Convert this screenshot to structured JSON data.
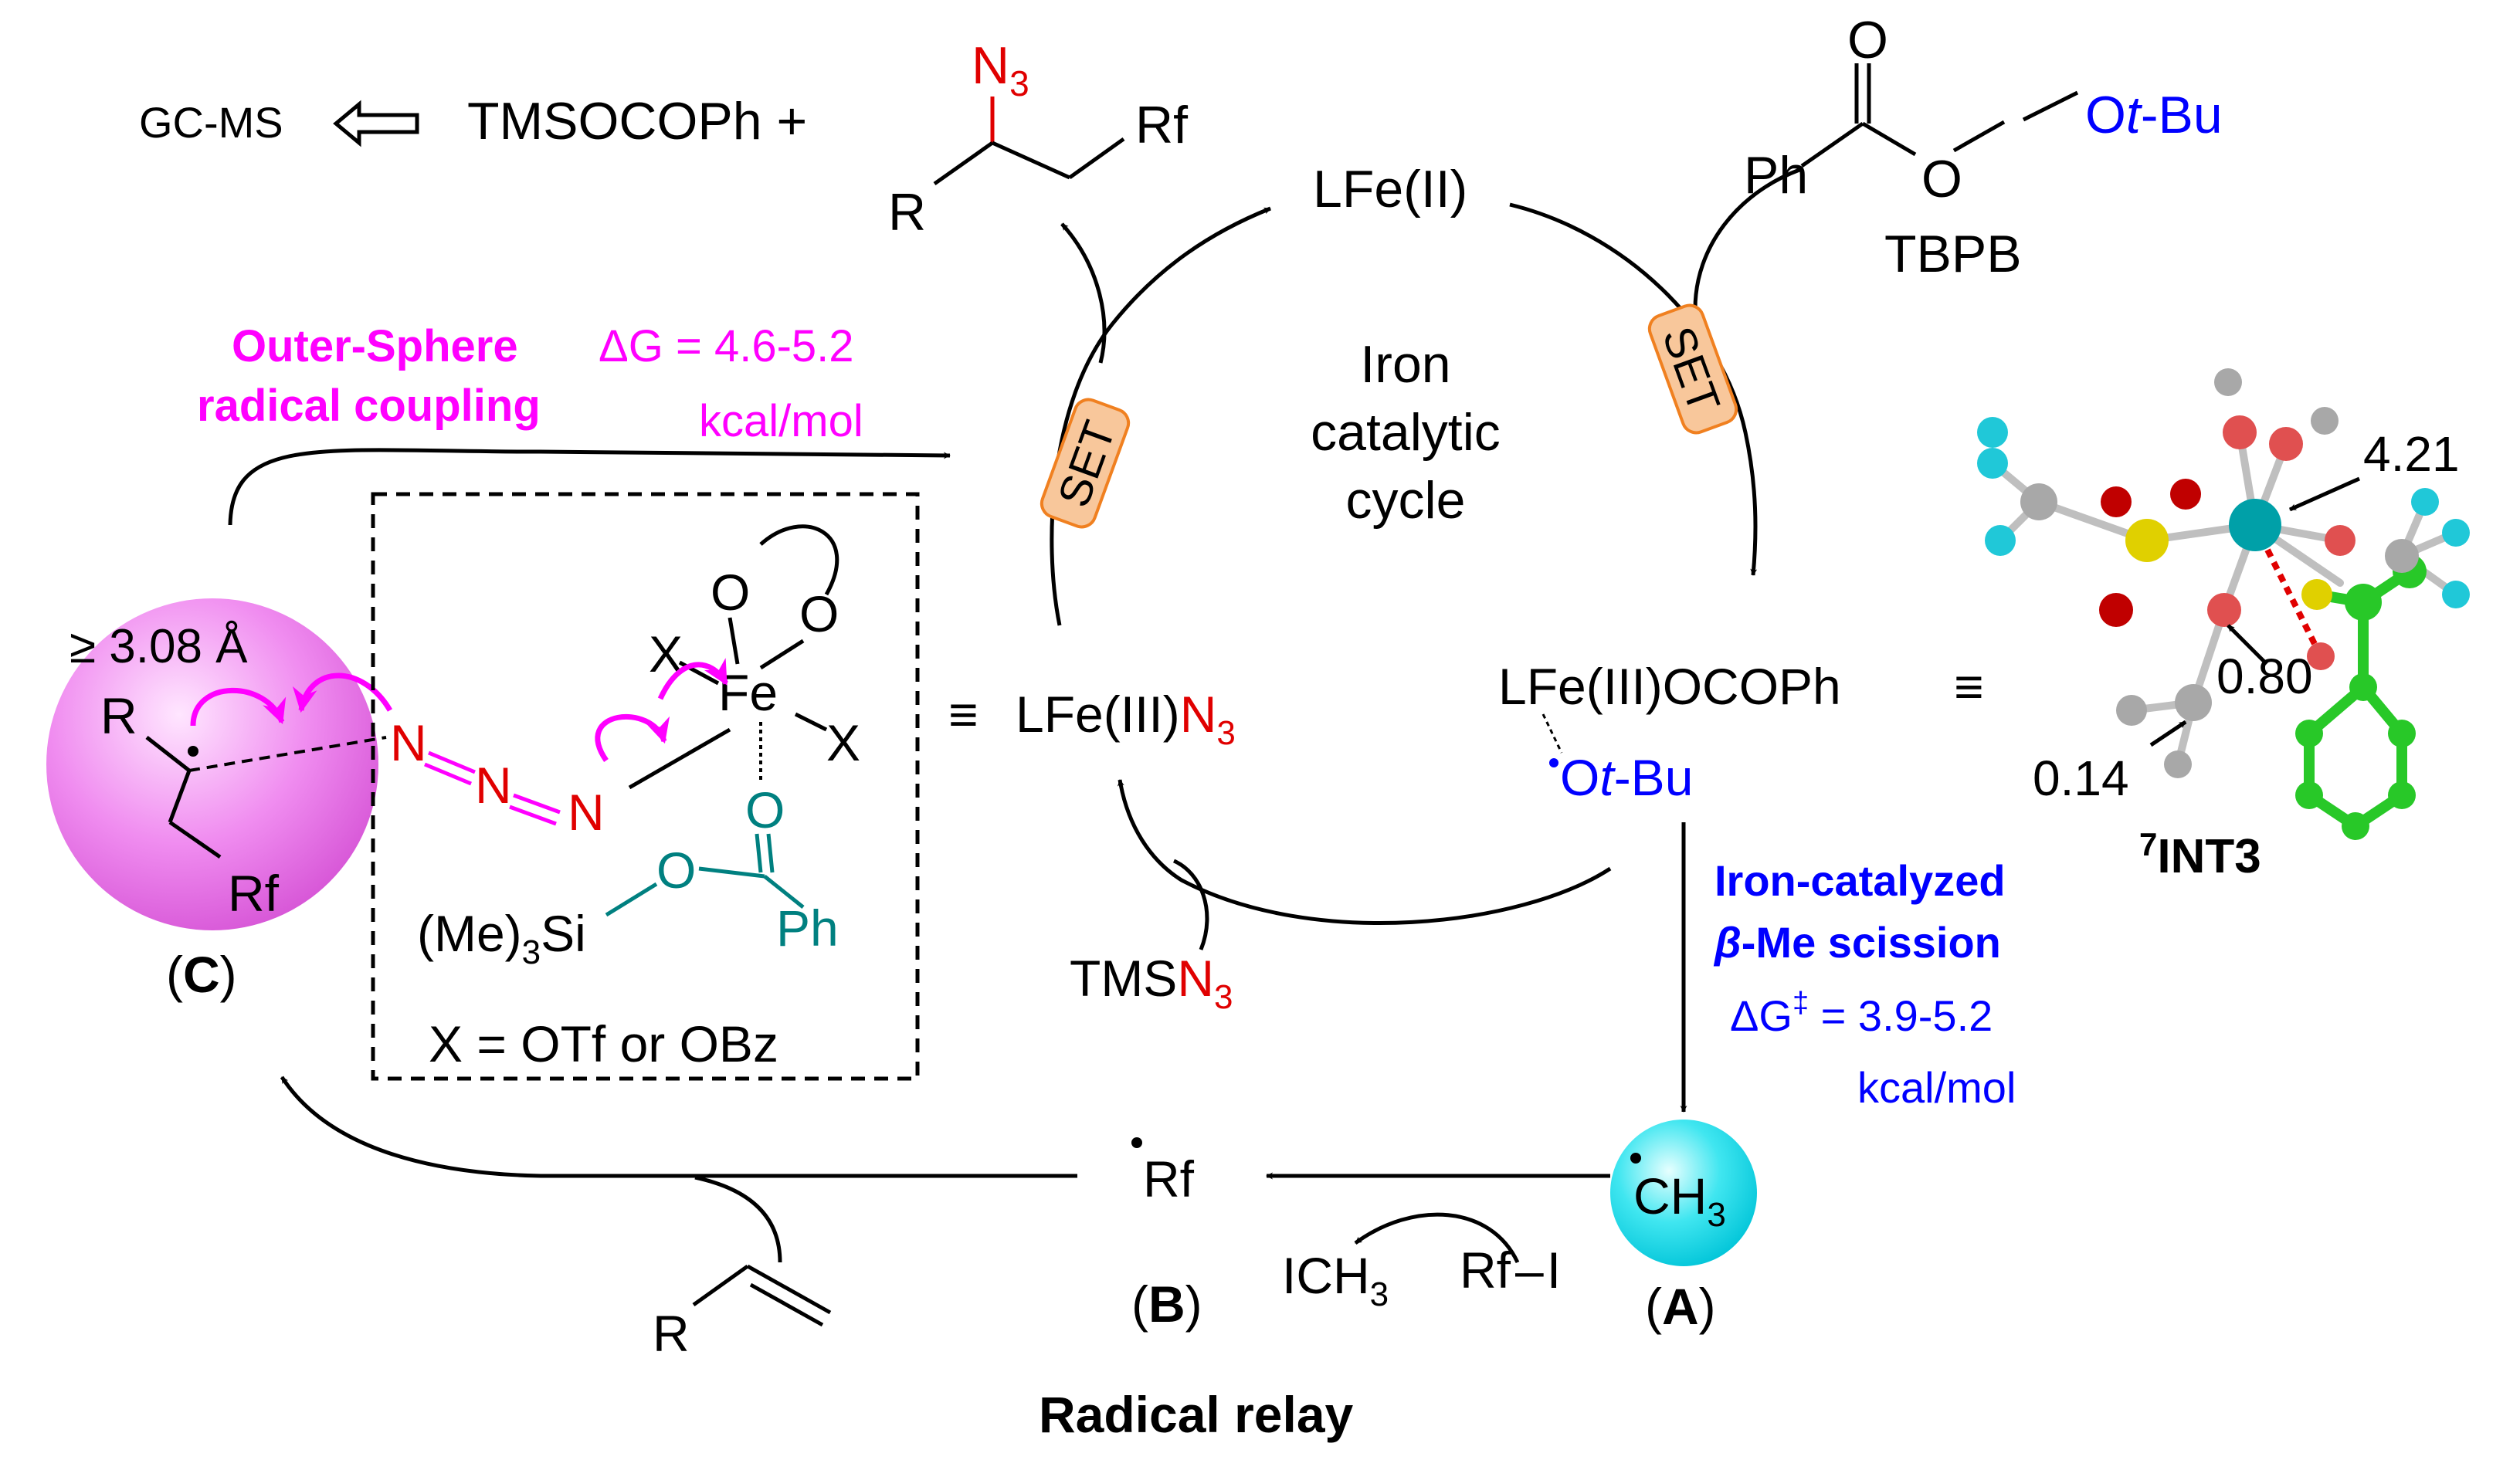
{
  "colors": {
    "azide": "#e00000",
    "radical_oxygen": "#0000ff",
    "annotation_blue": "#0000ff",
    "coupling_magenta": "#ff00ff",
    "carboxylate_teal": "#008080",
    "set_badge": "#f8c79b",
    "set_border": "#f08020",
    "radical_c_sphere": "#e070e0",
    "radical_a_sphere": "#10d8e8"
  },
  "top": {
    "gcms": "GC-MS",
    "tms_ester": "TMSOCOPh +",
    "product_n3": "N",
    "product_n3_sub": "3",
    "product_r": "R",
    "product_rf": "Rf"
  },
  "cycle": {
    "fe2": "LFe(II)",
    "title_1": "Iron",
    "title_2": "catalytic",
    "title_3": "cycle",
    "set_left": "SET",
    "set_right": "SET",
    "fe3_ocoph": "LFe(III)OCOPh",
    "fe3_equiv": "≡",
    "otbu_o": "O",
    "otbu_t": "t",
    "otbu_bu": "-Bu",
    "fe3_n3_equiv": "≡",
    "fe3_n3_main": "LFe(III)",
    "fe3_n3_n": "N",
    "fe3_n3_sub": "3",
    "tmsn3_tms": "TMS",
    "tmsn3_n": "N",
    "tmsn3_sub": "3"
  },
  "tbpb": {
    "o_top": "O",
    "ph": "Ph",
    "o_mid": "O",
    "o_tbu_o": "O",
    "o_tbu_t": "t",
    "o_tbu_bu": "-Bu",
    "name": "TBPB"
  },
  "outer_sphere": {
    "title_1": "Outer-Sphere",
    "title_2": "radical coupling",
    "dg_1": "ΔG = 4.6-5.2",
    "dg_2": "kcal/mol"
  },
  "intermediate_c": {
    "distance": "≥ 3.08 Å",
    "r": "R",
    "rf": "Rf",
    "label_open": "(",
    "label": "C",
    "label_close": ")"
  },
  "ts_box": {
    "o1": "O",
    "o2": "O",
    "x_left": "X",
    "fe": "Fe",
    "x_right": "X",
    "n1": "N",
    "n2": "N",
    "n3": "N",
    "o_carb": "O",
    "o_ester": "O",
    "silyl_1": "(Me)",
    "silyl_sub": "3",
    "silyl_2": "Si",
    "ph": "Ph",
    "x_def": "X = OTf or OBz"
  },
  "beta_scission": {
    "title_1": "Iron-catalyzed",
    "title_2_beta": "β",
    "title_2_rest": "-Me scission",
    "dg_1": "ΔG",
    "dg_sup": "‡",
    "dg_2": " = 3.9-5.2",
    "dg_units": "kcal/mol"
  },
  "int3": {
    "d1": "4.21",
    "d2": "0.80",
    "d3": "0.14",
    "label_sup": "7",
    "label": "INT3"
  },
  "bottom": {
    "a_ch": "CH",
    "a_sub": "3",
    "a_label_open": "(",
    "a_label": "A",
    "a_label_close": ")",
    "rf_radical": "Rf",
    "b_label_open": "(",
    "b_label": "B",
    "b_label_close": ")",
    "ich3": "ICH",
    "ich3_sub": "3",
    "rfi": "Rf",
    "rfi_bond": "–",
    "rfi_i": "I",
    "alkene_r": "R",
    "relay": "Radical relay"
  }
}
